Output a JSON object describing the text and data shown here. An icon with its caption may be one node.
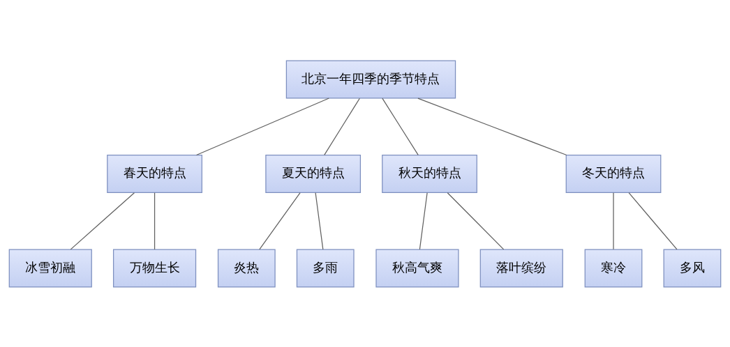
{
  "diagram": {
    "nodes": [
      {
        "text": [
          "北京一年四季的季节特点"
        ]
      },
      {
        "text": [
          "春天的特点"
        ]
      },
      {
        "text": [
          "夏天的特点"
        ]
      },
      {
        "text": [
          "秋天的特点"
        ]
      },
      {
        "text": [
          "冬天的特点"
        ]
      },
      {
        "text": [
          "冰雪初融"
        ]
      },
      {
        "text": [
          "万物生长"
        ]
      },
      {
        "text": [
          "炎热"
        ]
      },
      {
        "text": [
          "多雨"
        ]
      },
      {
        "text": [
          "秋高气爽"
        ]
      },
      {
        "text": [
          "落叶缤纷"
        ]
      },
      {
        "text": [
          "寒冷"
        ]
      },
      {
        "text": [
          "多风"
        ]
      }
    ],
    "edges": [
      {
        "from": 0,
        "to": 1,
        "arrow": "none"
      },
      {
        "from": 0,
        "to": 2,
        "arrow": "none"
      },
      {
        "from": 0,
        "to": 3,
        "arrow": "none"
      },
      {
        "from": 0,
        "to": 4,
        "arrow": "none"
      },
      {
        "from": 1,
        "to": 5,
        "arrow": "none"
      },
      {
        "from": 1,
        "to": 6,
        "arrow": "none"
      },
      {
        "from": 2,
        "to": 7,
        "arrow": "none"
      },
      {
        "from": 2,
        "to": 8,
        "arrow": "none"
      },
      {
        "from": 3,
        "to": 9,
        "arrow": "none"
      },
      {
        "from": 3,
        "to": 10,
        "arrow": "none"
      },
      {
        "from": 4,
        "to": 11,
        "arrow": "none"
      },
      {
        "from": 4,
        "to": 12,
        "arrow": "none"
      }
    ]
  }
}
